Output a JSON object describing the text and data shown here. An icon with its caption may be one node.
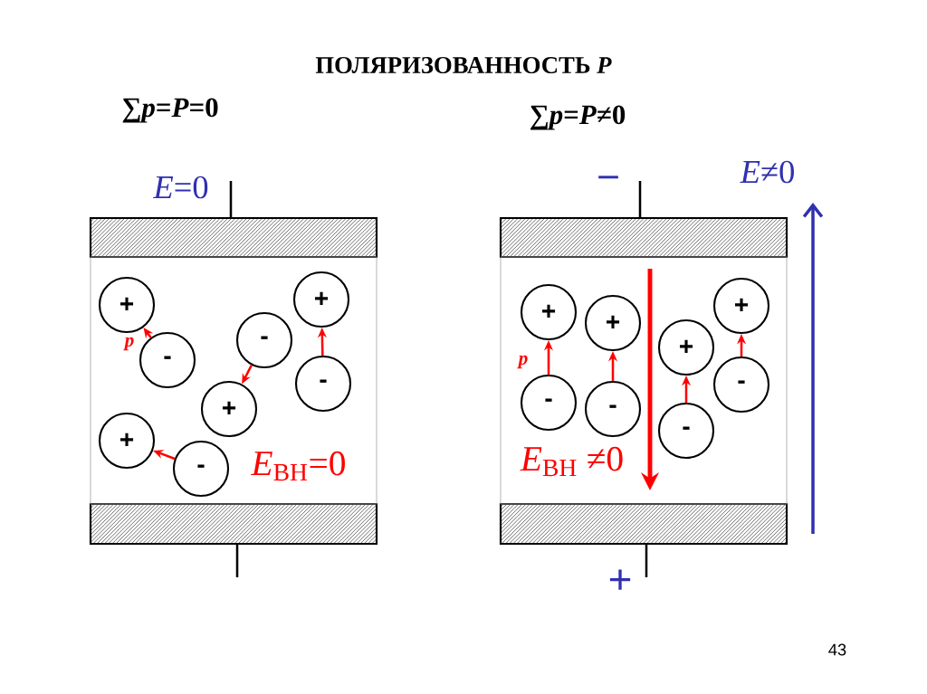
{
  "diagram": {
    "title": "ПОЛЯРИЗОВАННОСТЬ *P*",
    "nodes": [
      {
        "text": [
          "*E*$_{ВН}$=0"
        ]
      },
      {
        "text": [
          "+"
        ],
        "in": 0
      },
      {
        "text": [
          "-"
        ],
        "in": 0
      },
      {
        "text": [
          "-"
        ],
        "in": 0
      },
      {
        "text": [
          "+"
        ],
        "in": 0
      },
      {
        "text": [
          "+"
        ],
        "in": 0
      },
      {
        "text": [
          "-"
        ],
        "in": 0
      },
      {
        "text": [
          "+"
        ],
        "in": 0
      },
      {
        "text": [
          "-"
        ],
        "in": 0
      },
      {
        "text": [
          "*E*$_{ВН}$ ≠0"
        ]
      },
      {
        "text": [
          "+"
        ],
        "in": 9
      },
      {
        "text": [
          "-"
        ],
        "in": 9
      },
      {
        "text": [
          "+"
        ],
        "in": 9
      },
      {
        "text": [
          "-"
        ],
        "in": 9
      },
      {
        "text": [
          "+"
        ],
        "in": 9
      },
      {
        "text": [
          "-"
        ],
        "in": 9
      },
      {
        "text": [
          "+"
        ],
        "in": 9
      },
      {
        "text": [
          "-"
        ],
        "in": 9
      }
    ],
    "edges": [
      {
        "from": 2,
        "to": 1,
        "arrow": "to",
        "label": "p"
      },
      {
        "from": 3,
        "to": 4,
        "arrow": "to"
      },
      {
        "from": 6,
        "to": 5,
        "arrow": "to"
      },
      {
        "from": 8,
        "to": 7,
        "arrow": "to"
      },
      {
        "from": 11,
        "to": 10,
        "arrow": "to",
        "label": "p"
      },
      {
        "from": 13,
        "to": 12,
        "arrow": "to"
      },
      {
        "from": 15,
        "to": 14,
        "arrow": "to"
      },
      {
        "from": 17,
        "to": 16,
        "arrow": "to"
      }
    ],
    "labels": [
      "∑*p*=*P*=0",
      "∑*p*=*P*≠0",
      "*E*=0",
      "–",
      "*E*≠0",
      "+",
      "43"
    ]
  }
}
